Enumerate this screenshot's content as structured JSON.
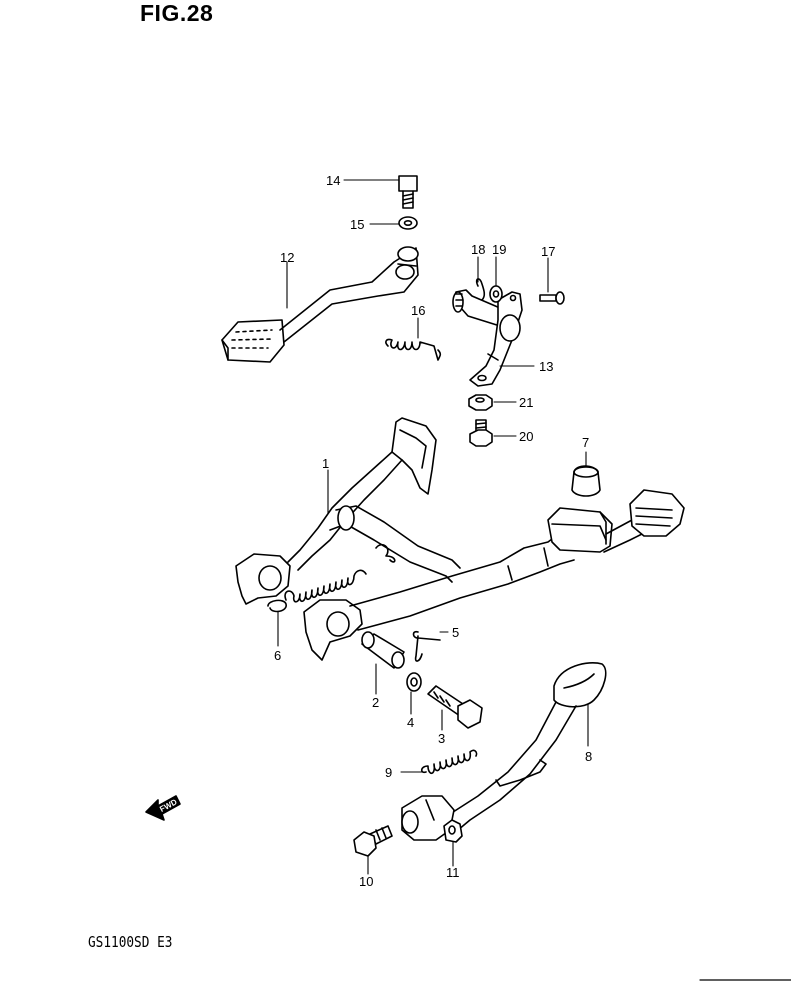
{
  "figure": {
    "title": "FIG.28"
  },
  "model": {
    "code": "GS1100SD E3"
  },
  "fwd_label": "FWD",
  "parts": [
    {
      "num": "1"
    },
    {
      "num": "2"
    },
    {
      "num": "3"
    },
    {
      "num": "4"
    },
    {
      "num": "5"
    },
    {
      "num": "6"
    },
    {
      "num": "7"
    },
    {
      "num": "8"
    },
    {
      "num": "9"
    },
    {
      "num": "10"
    },
    {
      "num": "11"
    },
    {
      "num": "12"
    },
    {
      "num": "13"
    },
    {
      "num": "14"
    },
    {
      "num": "15"
    },
    {
      "num": "16"
    },
    {
      "num": "17"
    },
    {
      "num": "18"
    },
    {
      "num": "19"
    },
    {
      "num": "20"
    },
    {
      "num": "21"
    }
  ]
}
